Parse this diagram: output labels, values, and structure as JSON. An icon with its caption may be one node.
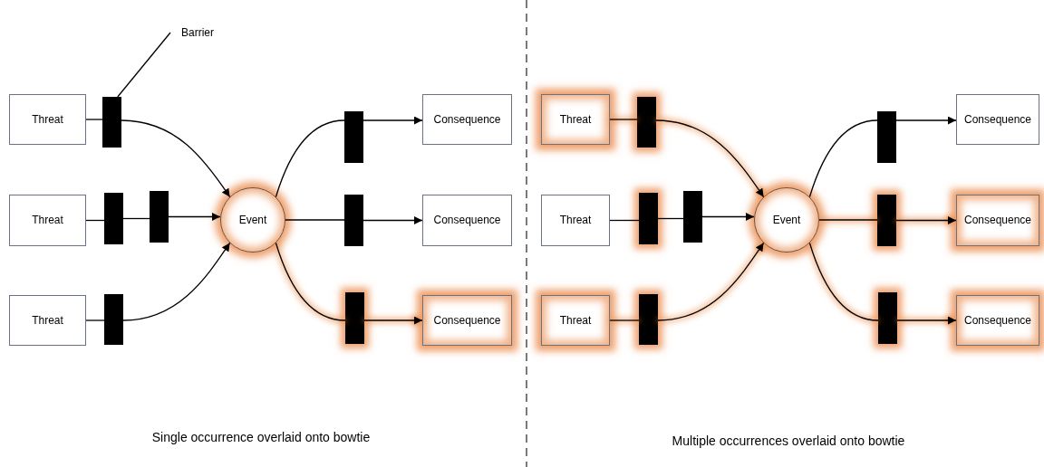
{
  "diagram": {
    "nodes": [
      {
        "text": [
          "Barrier"
        ]
      },
      {
        "text": [
          "Threat"
        ]
      },
      {
        "text": [],
        "shape": "bar"
      },
      {
        "text": [
          "Threat"
        ]
      },
      {
        "text": [],
        "shape": "bar"
      },
      {
        "text": [],
        "shape": "bar"
      },
      {
        "text": [
          "Threat"
        ]
      },
      {
        "text": [],
        "shape": "bar"
      },
      {
        "text": [
          "Event"
        ]
      },
      {
        "text": [],
        "shape": "bar"
      },
      {
        "text": [
          "Consequence"
        ]
      },
      {
        "text": [],
        "shape": "bar"
      },
      {
        "text": [
          "Consequence"
        ]
      },
      {
        "text": [],
        "shape": "bar"
      },
      {
        "text": [
          "Consequence"
        ]
      },
      {
        "text": [
          "Threat"
        ]
      },
      {
        "text": [],
        "shape": "bar"
      },
      {
        "text": [
          "Threat"
        ]
      },
      {
        "text": [],
        "shape": "bar"
      },
      {
        "text": [],
        "shape": "bar"
      },
      {
        "text": [
          "Threat"
        ]
      },
      {
        "text": [],
        "shape": "bar"
      },
      {
        "text": [
          "Event"
        ]
      },
      {
        "text": [],
        "shape": "bar"
      },
      {
        "text": [
          "Consequence"
        ]
      },
      {
        "text": [],
        "shape": "bar"
      },
      {
        "text": [
          "Consequence"
        ]
      },
      {
        "text": [],
        "shape": "bar"
      },
      {
        "text": [
          "Consequence"
        ]
      }
    ],
    "edges": [
      {
        "from": 0,
        "to": 2,
        "arrow": "none"
      },
      {
        "from": 1,
        "to": 2,
        "arrow": "none"
      },
      {
        "from": 2,
        "to": 8,
        "arrow": "to"
      },
      {
        "from": 3,
        "to": 4,
        "arrow": "none"
      },
      {
        "from": 4,
        "to": 5,
        "arrow": "none"
      },
      {
        "from": 5,
        "to": 8,
        "arrow": "to"
      },
      {
        "from": 6,
        "to": 7,
        "arrow": "none"
      },
      {
        "from": 7,
        "to": 8,
        "arrow": "to"
      },
      {
        "from": 8,
        "to": 9,
        "arrow": "none"
      },
      {
        "from": 9,
        "to": 10,
        "arrow": "to"
      },
      {
        "from": 8,
        "to": 11,
        "arrow": "none"
      },
      {
        "from": 11,
        "to": 12,
        "arrow": "to"
      },
      {
        "from": 8,
        "to": 13,
        "arrow": "none"
      },
      {
        "from": 13,
        "to": 14,
        "arrow": "to"
      },
      {
        "from": 15,
        "to": 16,
        "arrow": "none"
      },
      {
        "from": 16,
        "to": 22,
        "arrow": "to"
      },
      {
        "from": 17,
        "to": 18,
        "arrow": "none"
      },
      {
        "from": 18,
        "to": 19,
        "arrow": "none"
      },
      {
        "from": 19,
        "to": 22,
        "arrow": "to"
      },
      {
        "from": 20,
        "to": 21,
        "arrow": "none"
      },
      {
        "from": 21,
        "to": 22,
        "arrow": "to"
      },
      {
        "from": 22,
        "to": 23,
        "arrow": "none"
      },
      {
        "from": 23,
        "to": 24,
        "arrow": "to"
      },
      {
        "from": 22,
        "to": 25,
        "arrow": "none"
      },
      {
        "from": 25,
        "to": 26,
        "arrow": "to"
      },
      {
        "from": 22,
        "to": 27,
        "arrow": "none"
      },
      {
        "from": 27,
        "to": 28,
        "arrow": "to"
      }
    ],
    "labels": [
      "Single occurrence overlaid onto bowtie",
      "Multiple occurrences overlaid onto bowtie"
    ]
  }
}
